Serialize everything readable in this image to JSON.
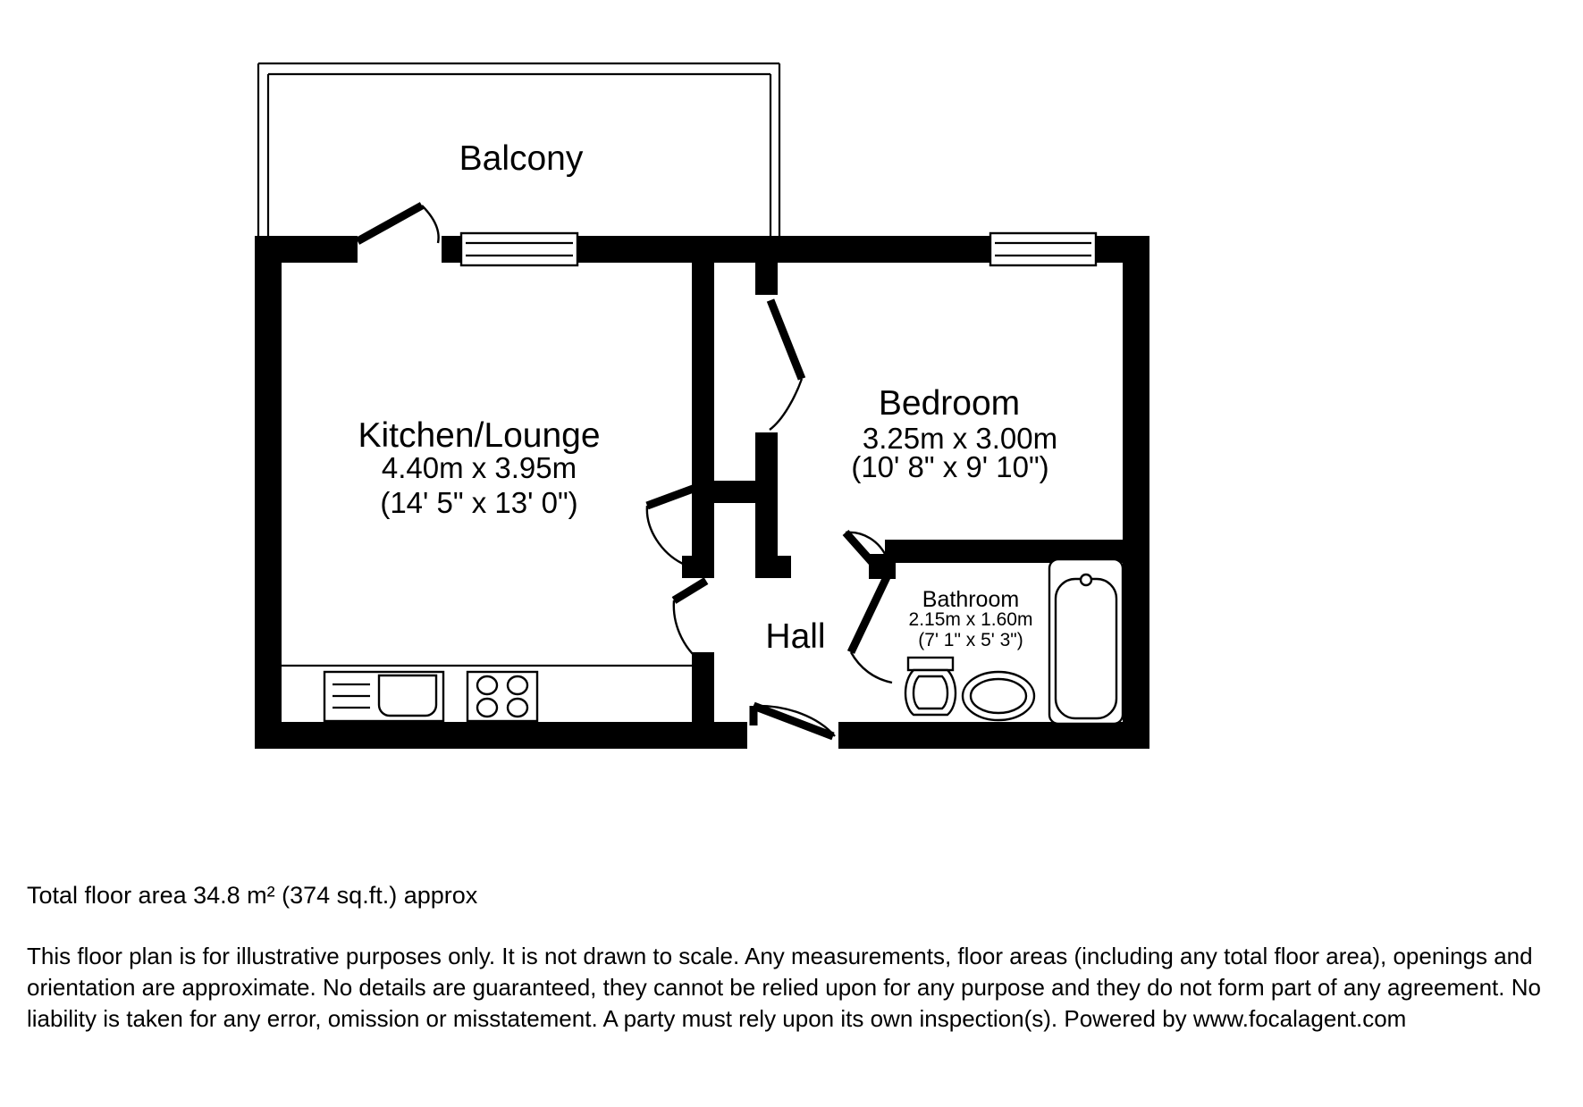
{
  "document": {
    "type": "floor-plan",
    "title": "Floor Plan"
  },
  "rooms": [
    {
      "id": "balcony",
      "name": "Balcony",
      "dimensions_metric": "",
      "dimensions_imperial": ""
    },
    {
      "id": "kitchen-lounge",
      "name": "Kitchen/Lounge",
      "dimensions_metric": "4.40m x 3.95m",
      "dimensions_imperial": "(14' 5\" x 13' 0\")"
    },
    {
      "id": "bedroom",
      "name": "Bedroom",
      "dimensions_metric": "3.25m x 3.00m",
      "dimensions_imperial": "(10' 8\" x 9' 10\")"
    },
    {
      "id": "hall",
      "name": "Hall",
      "dimensions_metric": "",
      "dimensions_imperial": ""
    },
    {
      "id": "bathroom",
      "name": "Bathroom",
      "dimensions_metric": "2.15m x 1.60m",
      "dimensions_imperial": "(7' 1\" x 5' 3\")"
    }
  ],
  "fixtures": [
    {
      "id": "kitchen-sink",
      "name": "sink-icon"
    },
    {
      "id": "kitchen-hob",
      "name": "hob-icon"
    },
    {
      "id": "bathroom-toilet",
      "name": "toilet-icon"
    },
    {
      "id": "bathroom-basin",
      "name": "basin-icon"
    },
    {
      "id": "bathroom-bath",
      "name": "bathtub-icon"
    }
  ],
  "openings": [
    {
      "id": "balcony-door",
      "name": "balcony-door"
    },
    {
      "id": "lounge-window",
      "name": "lounge-window"
    },
    {
      "id": "bedroom-window",
      "name": "bedroom-window"
    },
    {
      "id": "bedroom-door",
      "name": "bedroom-door"
    },
    {
      "id": "lounge-door",
      "name": "lounge-door"
    },
    {
      "id": "bathroom-door",
      "name": "bathroom-door"
    },
    {
      "id": "entrance-door",
      "name": "entrance-door"
    }
  ],
  "footer": {
    "total_area": "Total floor area 34.8 m² (374 sq.ft.) approx",
    "disclaimer": "This floor plan is for illustrative purposes only. It is not drawn to scale. Any measurements, floor areas (including any total floor area), openings and orientation are approximate. No details are guaranteed, they cannot be relied upon for any purpose and they do not form part of any agreement. No liability is taken for any error, omission or misstatement. A party must rely upon its own inspection(s). Powered by www.focalagent.com"
  },
  "colors": {
    "wall": "#000000",
    "background": "#ffffff",
    "text": "#000000"
  }
}
